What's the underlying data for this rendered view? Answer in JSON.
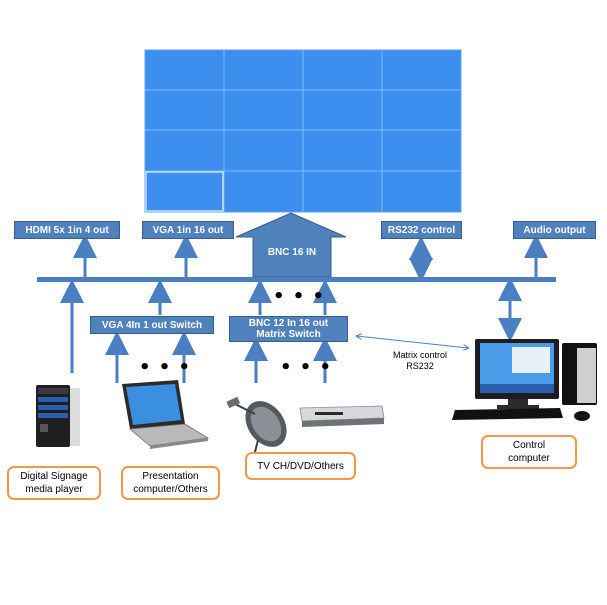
{
  "top_labels": {
    "hdmi": "HDMI  5x 1in 4 out",
    "vga16": "VGA 1in 16 out",
    "rs232": "RS232 control",
    "audio": "Audio output"
  },
  "bnc_in": "BNC 16 IN",
  "switches": {
    "vga4": "VGA 4In  1 out Switch",
    "bnc_line1": "BNC 12 In 16 out",
    "bnc_line2": "Matrix Switch"
  },
  "matrix_control": {
    "line1": "Matrix control",
    "line2": "RS232"
  },
  "devices": {
    "signage_line1": "Digital Signage",
    "signage_line2": "media player",
    "presentation_line1": "Presentation",
    "presentation_line2": "computer/Others",
    "tv": "TV CH/DVD/Others",
    "control_line1": "Control",
    "control_line2": "computer"
  },
  "dots": "• • •",
  "colors": {
    "wall_blue": "#3d8fef",
    "label_blue": "#4f81bd",
    "bus_blue": "#4a7fc1",
    "orange": "#f79646"
  },
  "icons": {
    "video_wall": "video-wall-icon",
    "tower": "pc-tower-icon",
    "laptop": "laptop-icon",
    "dish": "satellite-dish-icon",
    "dvd": "dvd-player-icon",
    "desktop": "desktop-computer-icon"
  }
}
